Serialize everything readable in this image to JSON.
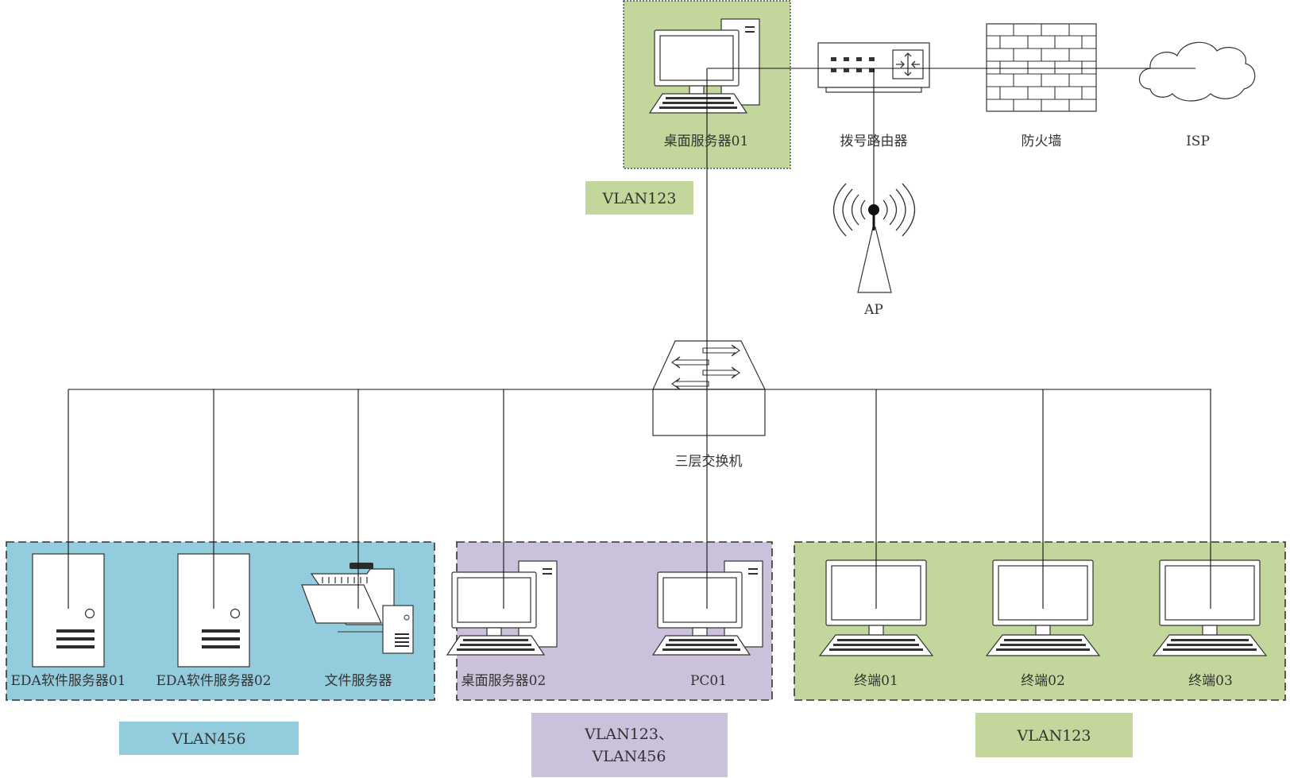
{
  "colors": {
    "vlan123_fill": "#c3d69b",
    "vlan456_fill": "#93cddd",
    "mixed_fill": "#ccc1da",
    "border": "#333333"
  },
  "top": {
    "desktop_server01": "桌面服务器01",
    "dialup_router": "拨号路由器",
    "firewall": "防火墙",
    "isp": "ISP",
    "ap": "AP",
    "vlan_tag": "VLAN123"
  },
  "core": {
    "switch": "三层交换机"
  },
  "groups": {
    "servers": {
      "eda01": "EDA软件服务器01",
      "eda02": "EDA软件服务器02",
      "file_server": "文件服务器",
      "vlan_tag": "VLAN456"
    },
    "mixed": {
      "desktop_server02": "桌面服务器02",
      "pc01": "PC01",
      "vlan_tag_line1": "VLAN123、",
      "vlan_tag_line2": "VLAN456"
    },
    "terminals": {
      "t01": "终端01",
      "t02": "终端02",
      "t03": "终端03",
      "vlan_tag": "VLAN123"
    }
  }
}
